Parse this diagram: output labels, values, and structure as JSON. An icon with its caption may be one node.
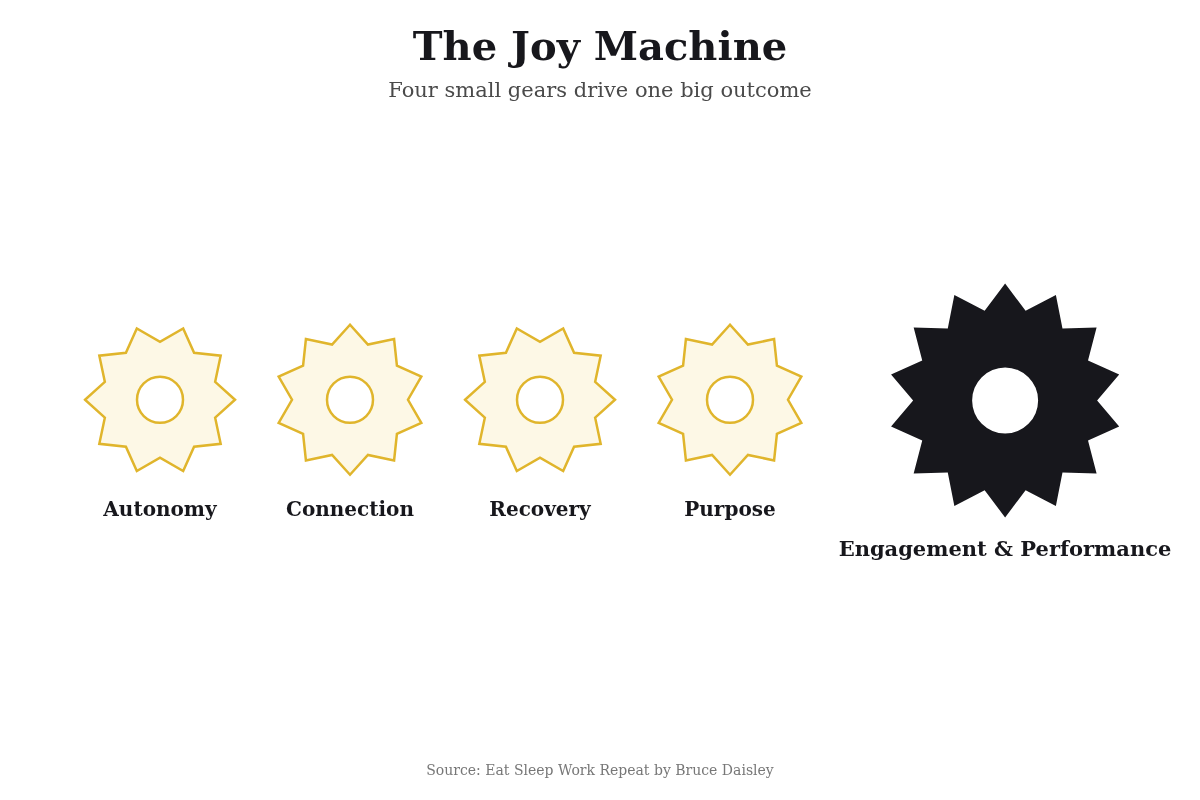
{
  "diagram": {
    "title": "The Joy Machine",
    "caption": "Source: Eat Sleep Work Repeat by Bruce Daisley",
    "nodes": [
      {
        "text": [
          "Autonomy"
        ]
      },
      {
        "text": [
          "Connection"
        ]
      },
      {
        "text": [
          "Recovery"
        ]
      },
      {
        "text": [
          "Purpose"
        ]
      },
      {
        "text": [
          "Engagement & Performance"
        ]
      }
    ],
    "labels": [
      "Four small gears drive one big outcome"
    ]
  }
}
